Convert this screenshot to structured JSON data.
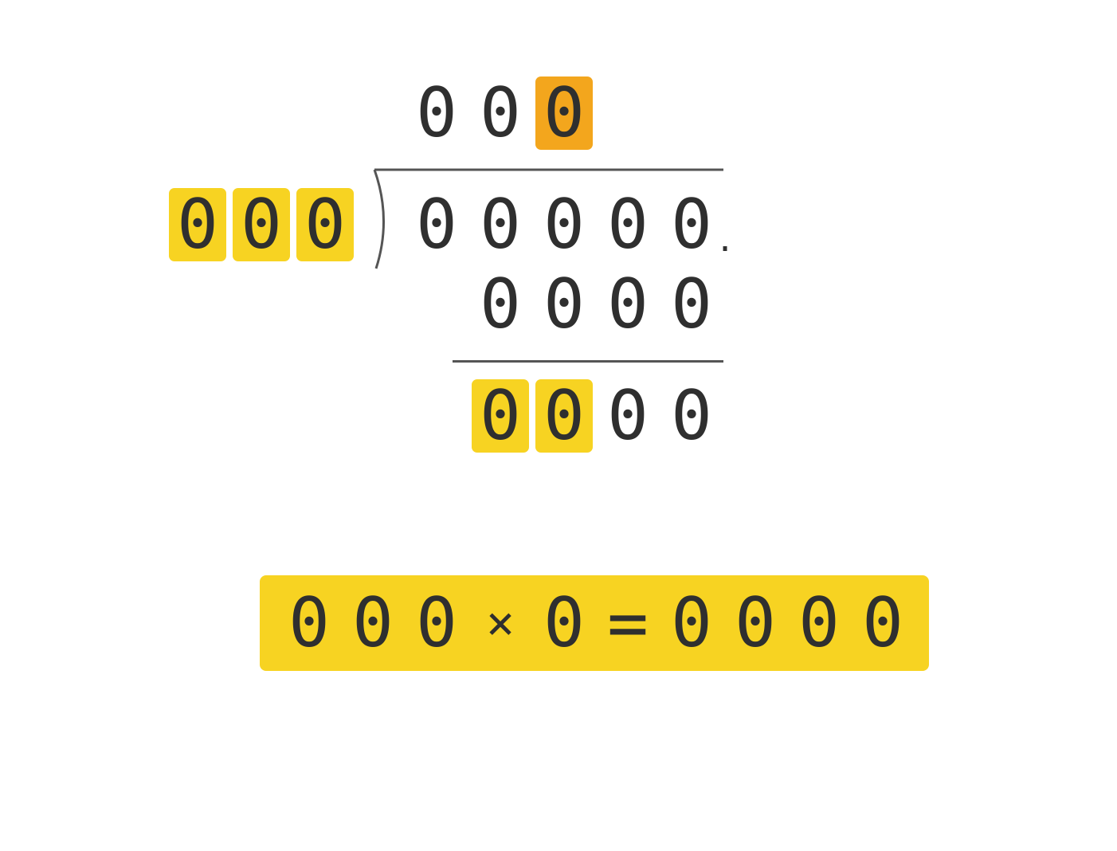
{
  "quotient": [
    "0",
    "0",
    "0"
  ],
  "divisor": [
    "0",
    "0",
    "0"
  ],
  "dividend": [
    "0",
    "0",
    "0",
    "0",
    "0"
  ],
  "dividend_point": ".",
  "subtrahend": [
    "0",
    "0",
    "0",
    "0"
  ],
  "remainder": [
    "0",
    "0",
    "0",
    "0"
  ],
  "equation": {
    "factor_a": [
      "0",
      "0",
      "0"
    ],
    "times_symbol": "×",
    "factor_b": "0",
    "equals_symbol": "=",
    "product": [
      "0",
      "0",
      "0",
      "0"
    ]
  },
  "colors": {
    "highlight_yellow": "#f7d322",
    "highlight_orange": "#f3a61d",
    "digit": "#2f2f2f",
    "rule_line": "#555555"
  }
}
